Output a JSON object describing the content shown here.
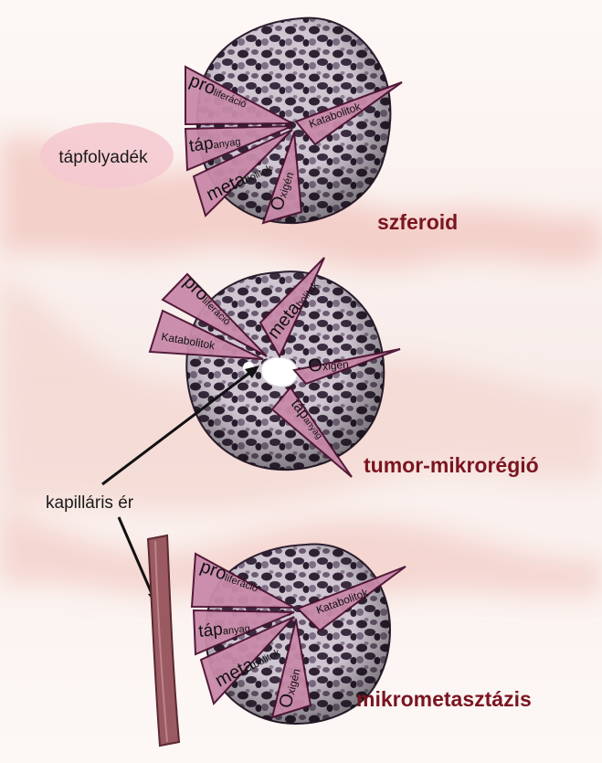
{
  "labels": {
    "medium": "tápfolyadék",
    "capillary": "kapilláris ér"
  },
  "stages": [
    {
      "id": "spheroid",
      "caption": "szferoid",
      "wedges": {
        "proliferation": {
          "big": "pro",
          "small": "liferáció"
        },
        "catabolites": {
          "big": "",
          "small": "Katabolitok"
        },
        "nutrient": {
          "big": "táp",
          "small": "anyag"
        },
        "metabolites": {
          "big": "meta",
          "small": "bolitok"
        },
        "oxygen": {
          "big": "O",
          "small": "xigén"
        }
      }
    },
    {
      "id": "tumor-microregion",
      "caption": "tumor-mikrorégió",
      "wedges": {
        "proliferation": {
          "big": "pro",
          "small": "liferáció"
        },
        "metabolites": {
          "big": "meta",
          "small": "bolitok"
        },
        "catabolites": {
          "big": "",
          "small": "Katabolitok"
        },
        "oxygen": {
          "big": "O",
          "small": "xigén"
        },
        "nutrient": {
          "big": "táp",
          "small": "anyag"
        }
      }
    },
    {
      "id": "micrometastasis",
      "caption": "mikrometasztázis",
      "wedges": {
        "proliferation": {
          "big": "pro",
          "small": "liferáció"
        },
        "catabolites": {
          "big": "",
          "small": "Katabolitok"
        },
        "nutrient": {
          "big": "táp",
          "small": "anyag"
        },
        "metabolites": {
          "big": "meta",
          "small": "bolitok"
        },
        "oxygen": {
          "big": "O",
          "small": "xigén"
        }
      }
    }
  ],
  "colors": {
    "caption": "#7a1520",
    "wedge_fill": "#c98aaa",
    "wedge_stroke": "#4a1030",
    "capillary": "#9b5a62",
    "band": "#f2c9c3",
    "sphere_dark": "#2f2233",
    "sphere_light": "#d9d2dc"
  }
}
